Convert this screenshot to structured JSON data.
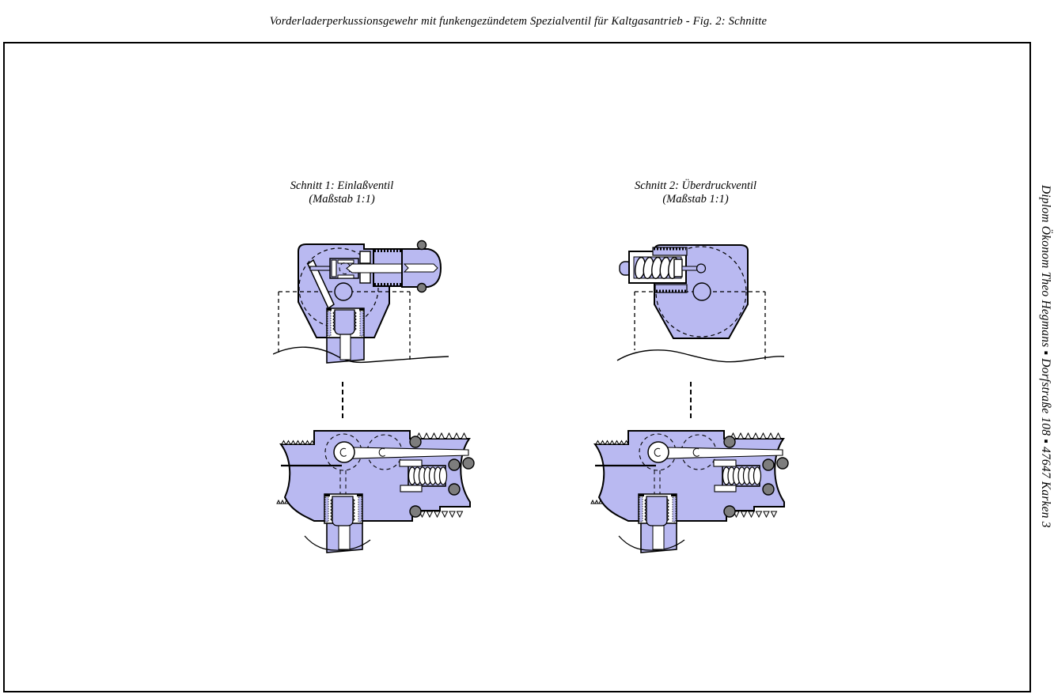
{
  "document": {
    "title": "Vorderladerperkussionsgewehr mit funkengezündetem Spezialventil für Kaltgasantrieb - Fig. 2: Schnitte",
    "side_text": "Diplom Ökonom Theo Hegmans  ▪  Dorfstraße 108  ▪  47647 Karken 3"
  },
  "sections": {
    "schnitt1": {
      "title": "Schnitt 1: Einlaßventil",
      "scale": "(Maßstab 1:1)"
    },
    "schnitt2": {
      "title": "Schnitt 2: Überdruckventil",
      "scale": "(Maßstab 1:1)"
    }
  },
  "colors": {
    "part_fill": "#b9b9f1",
    "o_ring": "#7d7d7d",
    "outline": "#000000"
  }
}
